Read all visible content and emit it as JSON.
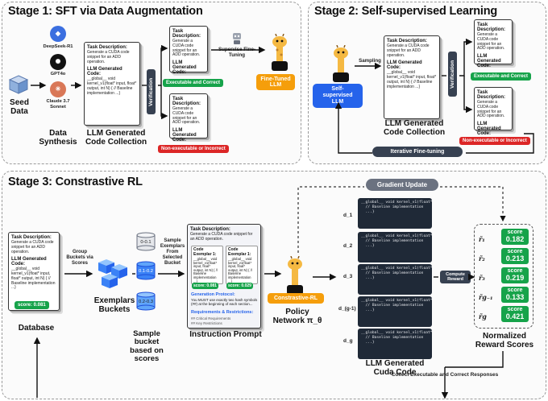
{
  "stage1": {
    "title": "Stage 1: SFT via Data Augmentation",
    "seed_label": "Seed Data",
    "models": [
      "DeepSeek-R1",
      "GPT4o",
      "Claude 3.7 Sonnet"
    ],
    "synthesis_label": "Data Synthesis",
    "card": {
      "task_title": "Task Description:",
      "task_text": "Generate a CUDA code snippet for an ADD operation.",
      "code_title": "LLM Generated Code:",
      "code_text": "__global__ void kernel_v1(float* input, float* output, int N) { // Baseline implementation ...}"
    },
    "collection_label": "LLM Generated Code Collection",
    "verification": "Verification",
    "good_label": "Executable and Correct",
    "bad_label": "Non-executable or Incorrect",
    "sft_label": "Supervise Fine-Tuning",
    "finetuned_label": "Fine-Tuned LLM"
  },
  "stage2": {
    "title": "Stage 2: Self-supervised Learning",
    "model_label": "Self-supervised LLM",
    "sampling": "Sampling",
    "collection_label": "LLM Generated Code Collection",
    "verification": "Verification",
    "good_label": "Executable and Correct",
    "bad_label": "Non-executable or Incorrect",
    "iterative": "Iterative Fine-tuning"
  },
  "stage3": {
    "title": "Stage 3: Constrastive RL",
    "database_label": "Database",
    "db_card": {
      "task_title": "Task Description:",
      "task_text": "Generate a CUDA code snippet for an ADD operation.",
      "code_title": "LLM Generated Code:",
      "code_text": "__global__ void kernel_v1(float* input, float* output, int N) { // Baseline implementation ...}",
      "score": "score: 0.081"
    },
    "group_label": "Group Buckets via Scores",
    "buckets_label": "Exemplars Buckets",
    "bucket_ranges": [
      "0-0.1",
      "0.1-0.2",
      "0.2-0.3"
    ],
    "sample_bucket_label": "Sample bucket based on scores",
    "sample_exemplars_label": "Sample Exemplars From Selected Bucket",
    "prompt": {
      "task_title": "Task Description:",
      "task_text": "Generate a CUDA code snippet for an ADD operation.",
      "ex1_title": "Code Exemplar 1:",
      "ex2_title": "Code Exemplar 1:",
      "ex_code": "__global__ void kernel_v1(float* input, float* output, int N) { // Baseline implementation ...}",
      "ex1_score": "score: 0.081",
      "ex2_score": "score: 0.029",
      "protocol_title": "Generation Protocol:",
      "protocol_text": "You MUST use exactly two hash symbols (##) at the beginning of each section...",
      "req_title": "Requirements & Restrictions:",
      "req_1": "## Critical Requirements",
      "req_2": "## Key Restrictions"
    },
    "instruction_label": "Instruction Prompt",
    "policy_badge": "Constrastive-RL",
    "policy_label": "Policy Network π_θ",
    "gradient_label": "Gradient Update",
    "d_labels": [
      "d_1",
      "d_2",
      "d_3",
      "d_(g-1)",
      "d_g"
    ],
    "code_lines": "__global__ void kernel_v1(float* input, float* output, int N) {\n  // Baseline implementation\n  ...}",
    "cuda_label": "LLM Generated Cuda Code",
    "compute_reward": "Compute Reward",
    "r_labels": [
      "r̃₁",
      "r̃₂",
      "r̃₃",
      "r̃g₋₁",
      "r̃g"
    ],
    "scores": [
      "0.182",
      "0.213",
      "0.219",
      "0.133",
      "0.421"
    ],
    "score_word": "score",
    "normalized_label": "Normalized Reward Scores",
    "collect_label": "Collect Executable and Correct Responses"
  },
  "colors": {
    "green": "#16a34a",
    "red": "#dc2626",
    "orange": "#f59e0b",
    "blue": "#2563eb",
    "dark": "#1f2937"
  }
}
